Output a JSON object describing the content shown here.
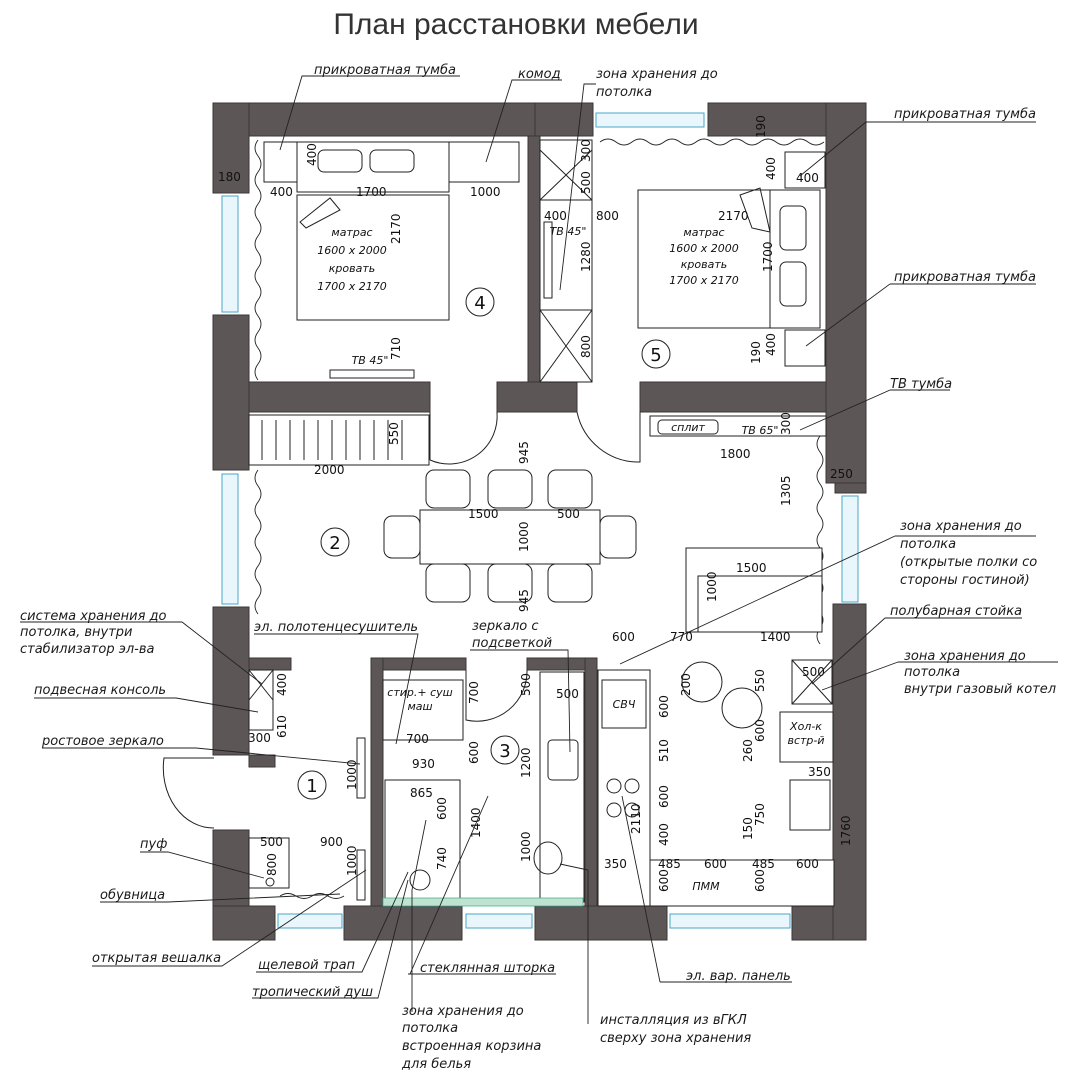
{
  "title": "План расстановки мебели",
  "callouts": {
    "bedside_4": "прикроватная тумба",
    "dresser": "комод",
    "storage_top_1": "зона хранения до",
    "storage_top_2": "потолка",
    "bedside_5a": "прикроватная тумба",
    "bedside_5b": "прикроватная тумба",
    "tv_stand": "ТВ тумба",
    "storage_open_1": "зона хранения до",
    "storage_open_2": "потолка",
    "storage_open_3": "(открытые полки со",
    "storage_open_4": "стороны гостиной)",
    "bar_counter": "полубарная стойка",
    "boiler_1": "зона хранения до",
    "boiler_2": "потолка",
    "boiler_3": "внутри газовый котел",
    "sys_1": "система хранения до",
    "sys_2": "потолка, внутри",
    "sys_3": "стабилизатор эл-ва",
    "console": "подвесная консоль",
    "mirror_full": "ростовое зеркало",
    "pouf": "пуф",
    "shoe_rack": "обувница",
    "hanger": "открытая вешалка",
    "drain": "щелевой трап",
    "shower": "тропический душ",
    "glass": "стеклянная шторка",
    "basket_1": "зона хранения до",
    "basket_2": "потолка",
    "basket_3": "встроенная корзина",
    "basket_4": "для белья",
    "install_1": "инсталляция из вГКЛ",
    "install_2": "сверху зона хранения",
    "hob": "эл. вар. панель",
    "towel": "эл. полотенцесушитель",
    "mirror_1": "зеркало с",
    "mirror_2": "подсветкой"
  },
  "rooms": [
    "1",
    "2",
    "3",
    "4",
    "5"
  ],
  "furniture": {
    "bed4_1": "матрас",
    "bed4_2": "1600 х 2000",
    "bed4_3": "кровать",
    "bed4_4": "1700 х 2170",
    "bed5_1": "матрас",
    "bed5_2": "1600 х 2000",
    "bed5_3": "кровать",
    "bed5_4": "1700 х 2170",
    "tv4": "ТВ 45\"",
    "tv5": "ТВ 45\"",
    "tv_living": "ТВ 65\"",
    "split": "сплит",
    "microwave": "СВЧ",
    "dishwasher": "ПММ",
    "fridge_1": "Хол-к",
    "fridge_2": "встр-й",
    "washer_1": "стир.+ суш",
    "washer_2": "маш"
  },
  "dims": {
    "d180": "180",
    "d400a": "400",
    "d1700a": "1700",
    "d1000a": "1000",
    "d400b": "400",
    "d2170a": "2170",
    "d710": "710",
    "d300a": "300",
    "d500a": "500",
    "d400c": "400",
    "d800a": "800",
    "d1280": "1280",
    "d800b": "800",
    "d190a": "190",
    "d400d": "400",
    "d400e": "400",
    "d2170b": "2170",
    "d1700b": "1700",
    "d190b": "190",
    "d400f": "400",
    "d550a": "550",
    "d2000": "2000",
    "d945a": "945",
    "d1500a": "1500",
    "d500b": "500",
    "d1000b": "1000",
    "d945b": "945",
    "d300b": "300",
    "d1800": "1800",
    "d250": "250",
    "d1305": "1305",
    "d1500b": "1500",
    "d1000c": "1000",
    "d600a": "600",
    "d770": "770",
    "d1400a": "1400",
    "d400g": "400",
    "d610": "610",
    "d300c": "300",
    "d700a": "700",
    "d500c": "500",
    "d500d": "500",
    "d700b": "700",
    "d930": "930",
    "d600b": "600",
    "d1200": "1200",
    "d1000d": "1000",
    "d865": "865",
    "d600c": "600",
    "d1400b": "1400",
    "d740": "740",
    "d500e": "500",
    "d900": "900",
    "d800c": "800",
    "d1000e": "1000",
    "d1000f": "1000",
    "d600d": "600",
    "d200": "200",
    "d550b": "550",
    "d500f": "500",
    "d600e": "600",
    "d510": "510",
    "d600f": "600",
    "d400h": "400",
    "d260": "260",
    "d750": "750",
    "d150": "150",
    "d2110": "2110",
    "d350a": "350",
    "d350b": "350",
    "d485a": "485",
    "d600g": "600",
    "d485b": "485",
    "d600h": "600",
    "d600i": "600",
    "d600j": "600",
    "d1760": "1760"
  },
  "colors": {
    "wall": "#5d5657",
    "window": "#4aa6c7",
    "text": "#1a1a1a"
  }
}
